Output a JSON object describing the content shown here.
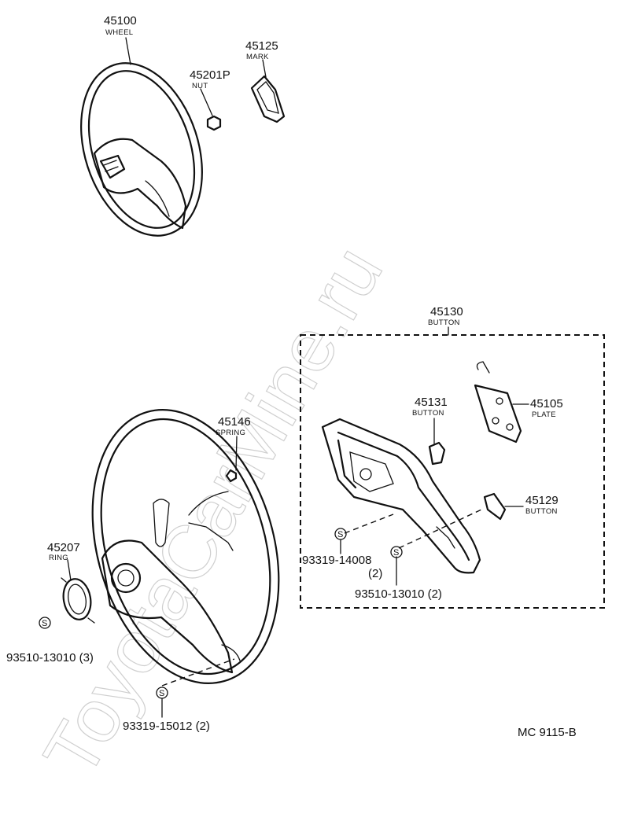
{
  "watermark": "ToyotaCarMine.ru",
  "diagram_code": "MC 9115-B",
  "parts": [
    {
      "number": "45100",
      "name": "WHEEL"
    },
    {
      "number": "45125",
      "name": "MARK"
    },
    {
      "number": "45201P",
      "name": "NUT"
    },
    {
      "number": "45130",
      "name": "BUTTON"
    },
    {
      "number": "45131",
      "name": "BUTTON"
    },
    {
      "number": "45105",
      "name": "PLATE"
    },
    {
      "number": "45146",
      "name": "SPRING"
    },
    {
      "number": "45129",
      "name": "BUTTON"
    },
    {
      "number": "45207",
      "name": "RING"
    }
  ],
  "fasteners": [
    {
      "symbol": "S",
      "number": "93319-14008",
      "qty": "(2)"
    },
    {
      "symbol": "S",
      "number": "93510-13010 (2)"
    },
    {
      "symbol": "S",
      "number": "93510-13010 (3)"
    },
    {
      "symbol": "S",
      "number": "93319-15012 (2)"
    }
  ]
}
